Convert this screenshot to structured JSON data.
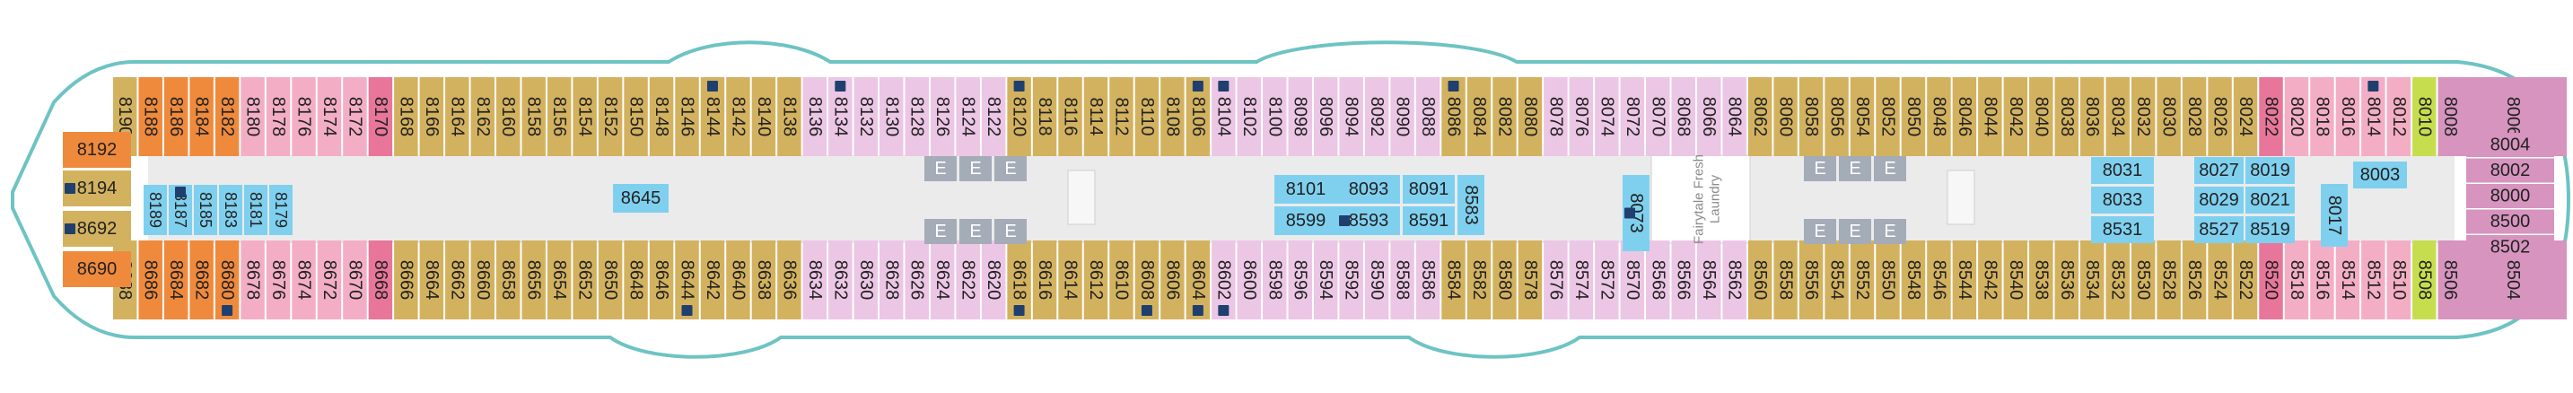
{
  "deck": {
    "top_cabins": [
      "8190",
      "8188",
      "8186",
      "8184",
      "8182",
      "8180",
      "8178",
      "8176",
      "8174",
      "8172",
      "8170",
      "8168",
      "8166",
      "8164",
      "8162",
      "8160",
      "8158",
      "8156",
      "8154",
      "8152",
      "8150",
      "8148",
      "8146",
      "8144",
      "8142",
      "8140",
      "8138",
      "8136",
      "8134",
      "8132",
      "8130",
      "8128",
      "8126",
      "8124",
      "8122",
      "8120",
      "8118",
      "8116",
      "8114",
      "8112",
      "8110",
      "8108",
      "8106",
      "8104",
      "8102",
      "8100",
      "8098",
      "8096",
      "8094",
      "8092",
      "8090",
      "8088",
      "8086",
      "8084",
      "8082",
      "8080",
      "8078",
      "8076",
      "8074",
      "8072",
      "8070",
      "8068",
      "8066",
      "8064",
      "8062",
      "8060",
      "8058",
      "8056",
      "8054",
      "8052",
      "8050",
      "8048",
      "8046",
      "8044",
      "8042",
      "8040",
      "8038",
      "8036",
      "8034",
      "8032",
      "8030",
      "8028",
      "8026",
      "8024",
      "8022",
      "8020",
      "8018",
      "8016",
      "8014",
      "8012",
      "8010",
      "8008",
      "8006"
    ],
    "bottom_cabins": [
      "8688",
      "8686",
      "8684",
      "8682",
      "8680",
      "8678",
      "8676",
      "8674",
      "8672",
      "8670",
      "8668",
      "8666",
      "8664",
      "8662",
      "8660",
      "8658",
      "8656",
      "8654",
      "8652",
      "8650",
      "8648",
      "8646",
      "8644",
      "8642",
      "8640",
      "8638",
      "8636",
      "8634",
      "8632",
      "8630",
      "8628",
      "8626",
      "8624",
      "8622",
      "8620",
      "8618",
      "8616",
      "8614",
      "8612",
      "8610",
      "8608",
      "8606",
      "8604",
      "8602",
      "8600",
      "8598",
      "8596",
      "8594",
      "8592",
      "8590",
      "8588",
      "8586",
      "8584",
      "8582",
      "8580",
      "8578",
      "8576",
      "8574",
      "8572",
      "8570",
      "8568",
      "8566",
      "8564",
      "8562",
      "8560",
      "8558",
      "8556",
      "8554",
      "8552",
      "8550",
      "8548",
      "8546",
      "8544",
      "8542",
      "8540",
      "8538",
      "8536",
      "8534",
      "8532",
      "8530",
      "8528",
      "8526",
      "8524",
      "8522",
      "8520",
      "8518",
      "8516",
      "8514",
      "8512",
      "8510",
      "8508",
      "8506",
      "8504"
    ],
    "aft_left": [
      "8192",
      "8194",
      "8692",
      "8690"
    ],
    "aft_interior": [
      "8189",
      "8187",
      "8185",
      "8183",
      "8181",
      "8179"
    ],
    "interior": [
      "8645",
      "8101",
      "8093",
      "8599",
      "8593",
      "8091",
      "8591",
      "8583",
      "8073",
      "8031",
      "8033",
      "8531",
      "8027",
      "8029",
      "8527",
      "8019",
      "8021",
      "8519",
      "8017",
      "8003"
    ],
    "fwd_right": [
      "8004",
      "8002",
      "8000",
      "8500",
      "8502"
    ],
    "laundry_label": "Fairytale Fresh Laundry",
    "elevator_glyph": "E",
    "colors": {
      "gold": "#d3b25f",
      "orange": "#ef8a3c",
      "pink": "#f3aec6",
      "lilac": "#ecc6e5",
      "hotpink": "#e8769a",
      "rose": "#d694bf",
      "lime": "#c6de4e",
      "blue": "#7fd0ef",
      "hull": "#6ec3c3",
      "corridor": "#ebebeb",
      "elevator": "#a4acb8",
      "accessible": "#1f3f6e"
    },
    "accessible_cabins": [
      "8144",
      "8134",
      "8120",
      "8106",
      "8104",
      "8086",
      "8014",
      "8644",
      "8618",
      "8608",
      "8604",
      "8602",
      "8680",
      "8187",
      "8194",
      "8692",
      "8593",
      "8073"
    ]
  }
}
